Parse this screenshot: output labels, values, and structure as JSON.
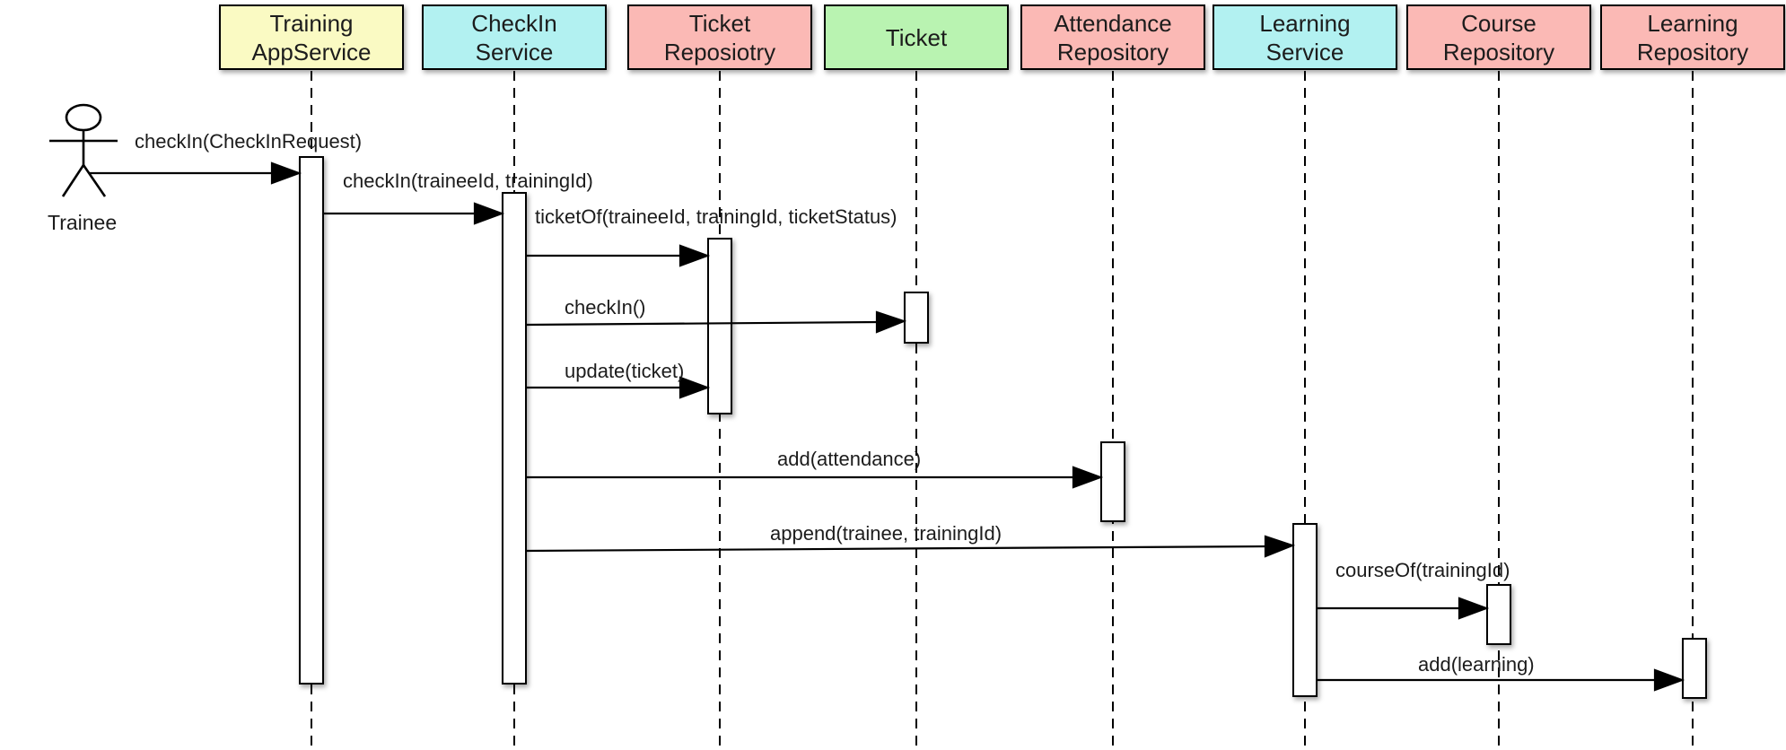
{
  "diagram": {
    "kind": "uml-sequence-diagram",
    "background": "#FFFFFF",
    "actor": {
      "label": "Trainee"
    },
    "participants": [
      {
        "name": "training-app-service",
        "label": "Training\nAppService",
        "fill": "#FAFAC3"
      },
      {
        "name": "checkin-service",
        "label": "CheckIn\nService",
        "fill": "#B2F1F1"
      },
      {
        "name": "ticket-repository",
        "label": "Ticket\nReposiotry",
        "fill": "#FBB9B5"
      },
      {
        "name": "ticket",
        "label": "Ticket",
        "fill": "#B9F3B1"
      },
      {
        "name": "attendance-repository",
        "label": "Attendance\nRepository",
        "fill": "#FBB9B5"
      },
      {
        "name": "learning-service",
        "label": "Learning\nService",
        "fill": "#B2F1F1"
      },
      {
        "name": "course-repository",
        "label": "Course\nRepository",
        "fill": "#FBB9B5"
      },
      {
        "name": "learning-repository",
        "label": "Learning\nRepository",
        "fill": "#FBB9B5"
      }
    ],
    "messages": [
      {
        "label": "checkIn(CheckInRequest)",
        "from": "Trainee",
        "to": "Training AppService"
      },
      {
        "label": "checkIn(traineeId, trainingId)",
        "from": "Training AppService",
        "to": "CheckIn Service"
      },
      {
        "label": "ticketOf(traineeId, trainingId, ticketStatus)",
        "from": "CheckIn Service",
        "to": "Ticket Reposiotry"
      },
      {
        "label": "checkIn()",
        "from": "CheckIn Service",
        "to": "Ticket"
      },
      {
        "label": "update(ticket)",
        "from": "CheckIn Service",
        "to": "Ticket Reposiotry"
      },
      {
        "label": "add(attendance)",
        "from": "CheckIn Service",
        "to": "Attendance Repository"
      },
      {
        "label": "append(trainee, trainingId)",
        "from": "CheckIn Service",
        "to": "Learning Service"
      },
      {
        "label": "courseOf(trainingId)",
        "from": "Learning Service",
        "to": "Course Repository"
      },
      {
        "label": "add(learning)",
        "from": "Learning Service",
        "to": "Learning Repository"
      }
    ],
    "colors": {
      "service_yellow": "#FAFAC3",
      "service_cyan": "#B2F1F1",
      "repository_pink": "#FBB9B5",
      "entity_green": "#B9F3B1",
      "line": "#000000",
      "text": "#1C1C1C"
    }
  }
}
